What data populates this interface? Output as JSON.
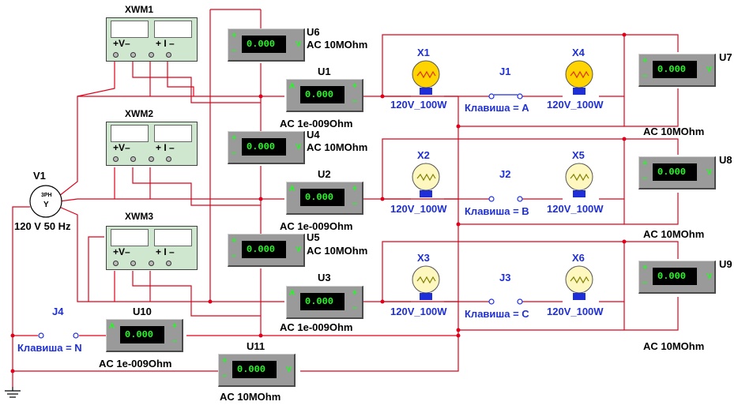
{
  "colors": {
    "wire": "#e0001a",
    "meter_body": "#9a9a9a",
    "meter_display": "#000000",
    "meter_digits": "#24ff24",
    "label_blue": "#1f2fd8",
    "lamp_on": "#ffd400",
    "lamp_off": "#fff7c0",
    "wattmeter_body": "#cfe6cf"
  },
  "source": {
    "name": "V1",
    "rating": "120 V 50 Hz",
    "symbol": "3PH"
  },
  "wattmeters": [
    {
      "name": "XWM1",
      "left_terminal": "+V–",
      "right_terminal": "+ I –"
    },
    {
      "name": "XWM2",
      "left_terminal": "+V–",
      "right_terminal": "+ I –"
    },
    {
      "name": "XWM3",
      "left_terminal": "+V–",
      "right_terminal": "+ I –"
    }
  ],
  "meters": {
    "u1": {
      "name": "U1",
      "value": "0.000",
      "mode": "A",
      "desc": "AC  1e-009Ohm"
    },
    "u2": {
      "name": "U2",
      "value": "0.000",
      "mode": "A",
      "desc": "AC  1e-009Ohm"
    },
    "u3": {
      "name": "U3",
      "value": "0.000",
      "mode": "A",
      "desc": "AC  1e-009Ohm"
    },
    "u4": {
      "name": "U4",
      "value": "0.000",
      "mode": "V",
      "desc": "AC  10MOhm"
    },
    "u5": {
      "name": "U5",
      "value": "0.000",
      "mode": "V",
      "desc": "AC  10MOhm"
    },
    "u6": {
      "name": "U6",
      "value": "0.000",
      "mode": "V",
      "desc": "AC  10MOhm"
    },
    "u7": {
      "name": "U7",
      "value": "0.000",
      "mode": "V",
      "desc": "AC  10MOhm"
    },
    "u8": {
      "name": "U8",
      "value": "0.000",
      "mode": "V",
      "desc": "AC  10MOhm"
    },
    "u9": {
      "name": "U9",
      "value": "0.000",
      "mode": "V",
      "desc": "AC  10MOhm"
    },
    "u10": {
      "name": "U10",
      "value": "0.000",
      "mode": "A",
      "desc": "AC  1e-009Ohm"
    },
    "u11": {
      "name": "U11",
      "value": "0.000",
      "mode": "V",
      "desc": "AC  10MOhm"
    }
  },
  "lamps": {
    "x1": {
      "name": "X1",
      "rating": "120V_100W",
      "state": "on"
    },
    "x2": {
      "name": "X2",
      "rating": "120V_100W",
      "state": "off"
    },
    "x3": {
      "name": "X3",
      "rating": "120V_100W",
      "state": "off"
    },
    "x4": {
      "name": "X4",
      "rating": "120V_100W",
      "state": "on"
    },
    "x5": {
      "name": "X5",
      "rating": "120V_100W",
      "state": "off"
    },
    "x6": {
      "name": "X6",
      "rating": "120V_100W",
      "state": "off"
    }
  },
  "switches": {
    "j1": {
      "name": "J1",
      "key": "Клавиша = A"
    },
    "j2": {
      "name": "J2",
      "key": "Клавиша = B"
    },
    "j3": {
      "name": "J3",
      "key": "Клавиша = C"
    },
    "j4": {
      "name": "J4",
      "key": "Клавиша = N"
    }
  }
}
